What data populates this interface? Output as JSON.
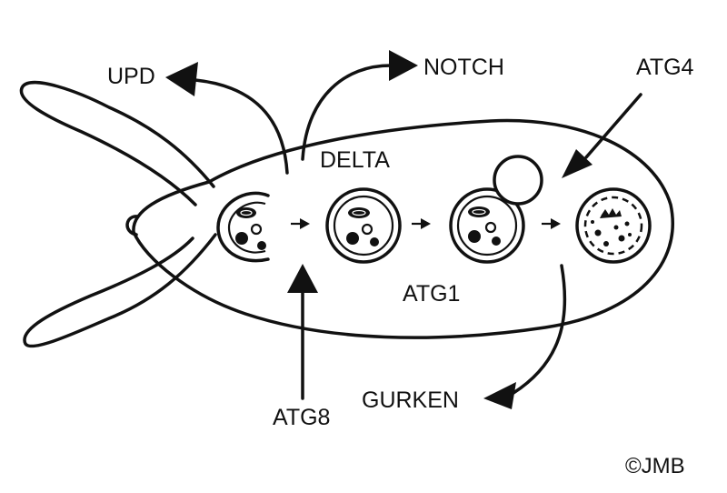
{
  "labels": {
    "upd": "UPD",
    "notch": "NOTCH",
    "atg4": "ATG4",
    "delta": "DELTA",
    "atg1": "ATG1",
    "gurken": "GURKEN",
    "atg8": "ATG8"
  },
  "copyright": "©JMB",
  "colors": {
    "ink": "#111111",
    "background": "#ffffff"
  }
}
